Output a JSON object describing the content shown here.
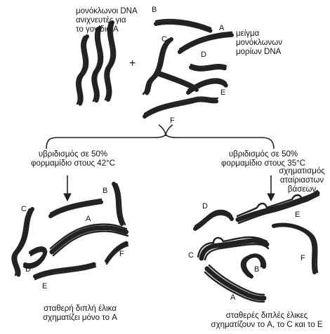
{
  "top": {
    "probes_label": [
      "μονόκλωνοι DNA",
      "ανιχνευτές για",
      "το γονίδιο A"
    ],
    "plus": "+",
    "mixture_label": [
      "μείγμα",
      "μονόκλωνων",
      "μορίων DNA"
    ]
  },
  "left_panel": {
    "condition": [
      "υβριδισμός σε 50%",
      "φορμαμίδιο στους  42°C"
    ],
    "result": [
      "σταθερή διπλή έλικα",
      "σχηματίζει μόνο το A"
    ]
  },
  "right_panel": {
    "condition": [
      "υβριδισμός σε 50%",
      "φορμαμίδιο στους 35°C"
    ],
    "mismatch_label": [
      "σχηματισμός",
      "αταίριαστων",
      "βάσεων"
    ],
    "result": [
      "σταθερές διπλές έλικες",
      "σχηματίζουν το A, το C και το E"
    ]
  },
  "strand_labels": {
    "a": "A",
    "b": "B",
    "c": "C",
    "d": "D",
    "e": "E",
    "f": "F"
  }
}
